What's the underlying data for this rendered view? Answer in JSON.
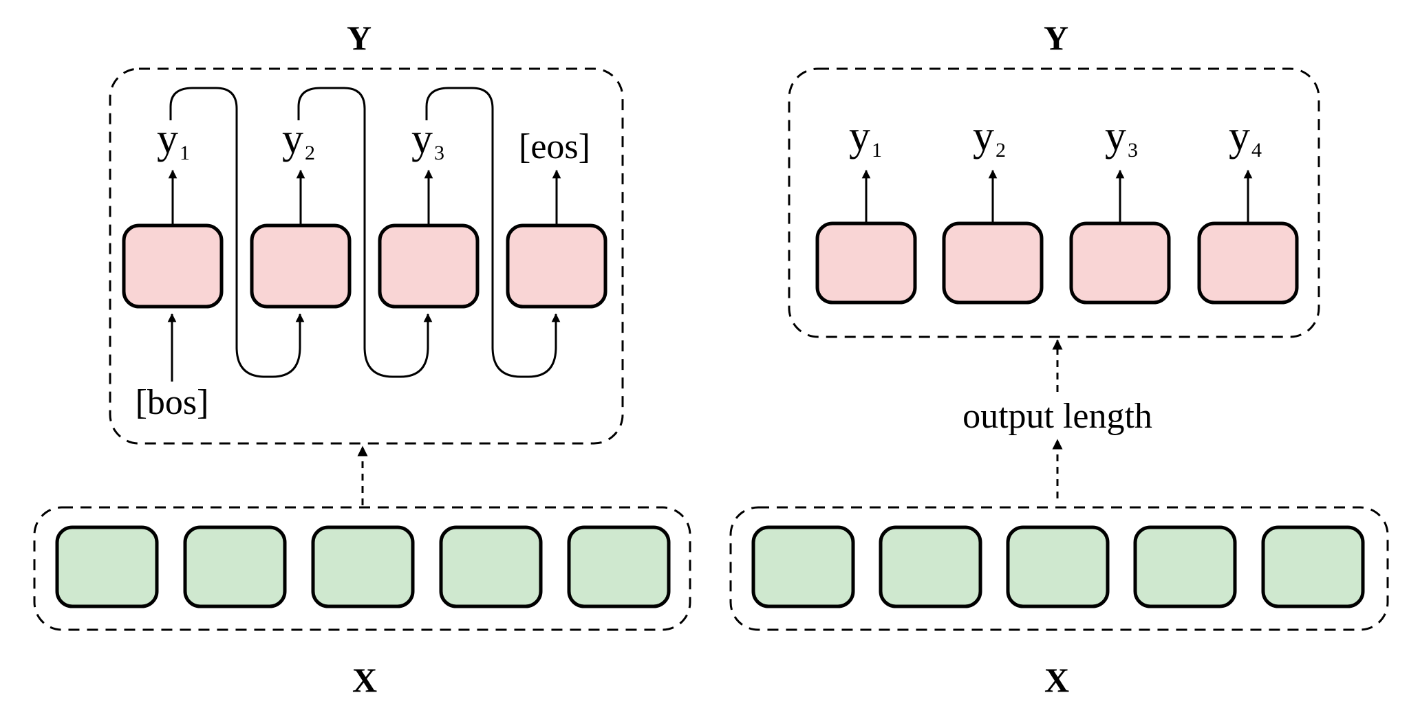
{
  "left_panel": {
    "top_label": "Y",
    "bottom_label": "X",
    "outputs": [
      {
        "base": "y",
        "sub": "1"
      },
      {
        "base": "y",
        "sub": "2"
      },
      {
        "base": "y",
        "sub": "3"
      },
      {
        "base": "[eos]",
        "sub": ""
      }
    ],
    "start_token": "[bos]"
  },
  "right_panel": {
    "top_label": "Y",
    "bottom_label": "X",
    "outputs": [
      {
        "base": "y",
        "sub": "1"
      },
      {
        "base": "y",
        "sub": "2"
      },
      {
        "base": "y",
        "sub": "3"
      },
      {
        "base": "y",
        "sub": "4"
      }
    ],
    "length_label": "output length"
  },
  "colors": {
    "decoder_fill": "#f9d5d5",
    "encoder_fill": "#cfe8cf",
    "stroke": "#000000"
  }
}
